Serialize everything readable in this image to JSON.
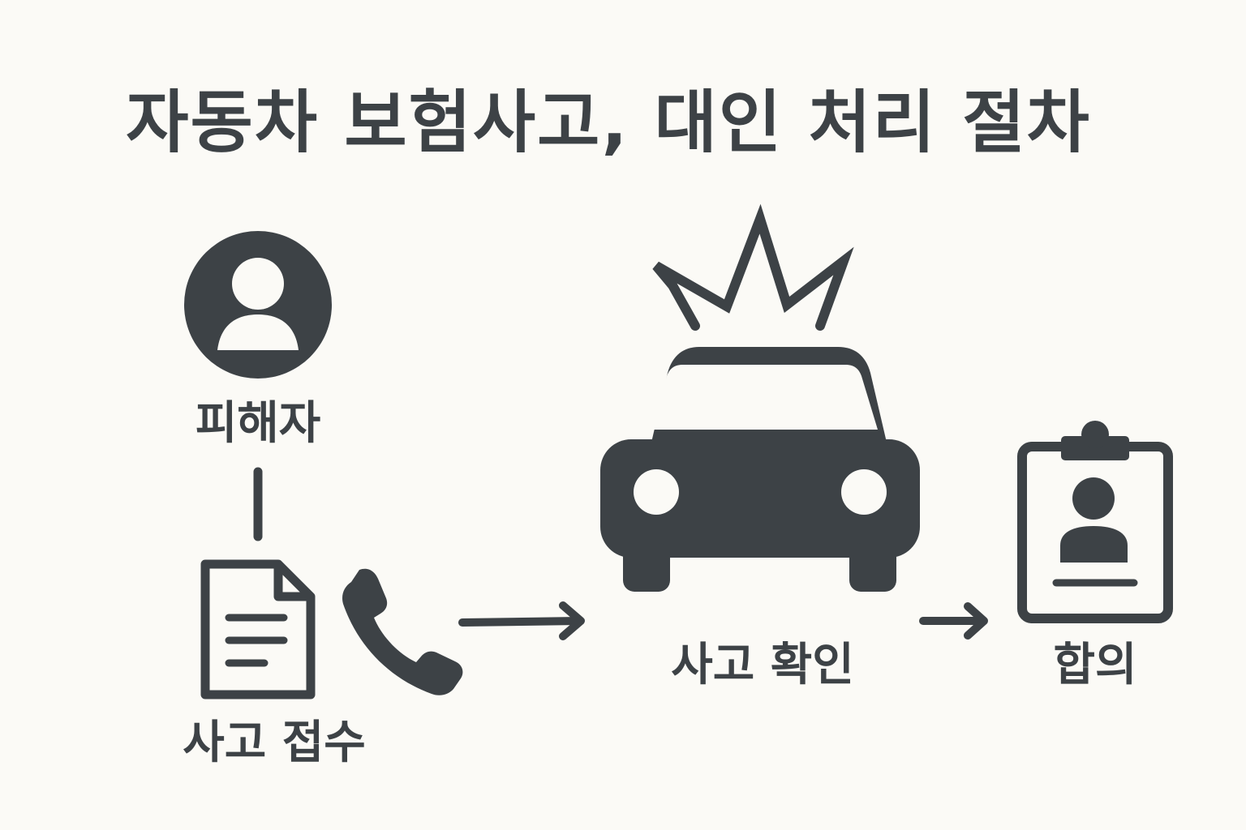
{
  "title": "자동차 보험사고, 대인 처리 절차",
  "steps": {
    "victim": {
      "label": "피해자",
      "icon": "person-icon"
    },
    "receipt": {
      "label": "사고 접수",
      "icons": [
        "document-icon",
        "phone-icon"
      ]
    },
    "confirm": {
      "label": "사고 확인",
      "icons": [
        "car-icon",
        "crash-icon"
      ]
    },
    "agreement": {
      "label": "합의",
      "icon": "clipboard-id-icon"
    }
  },
  "colors": {
    "background": "#fbfaf6",
    "ink": "#3d4246"
  }
}
